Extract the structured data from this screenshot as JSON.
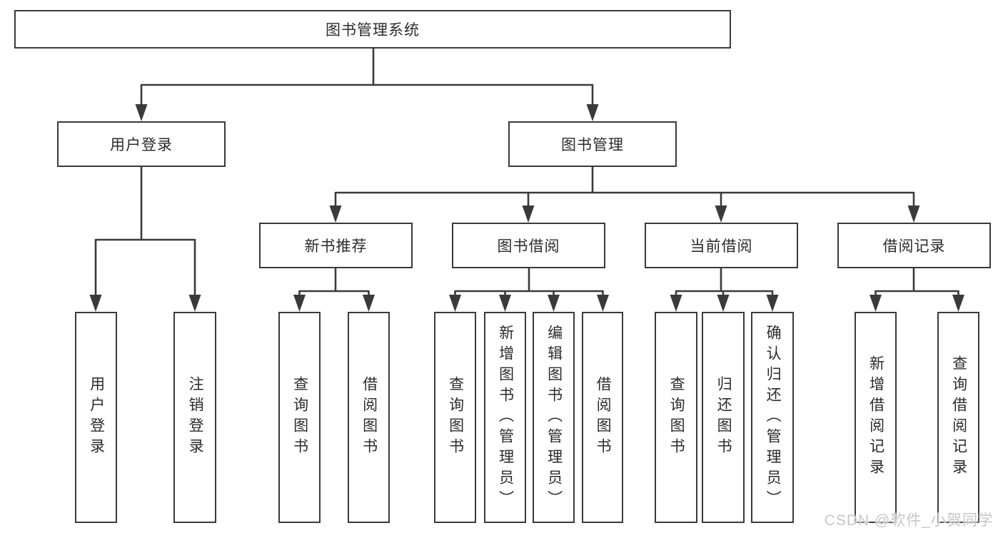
{
  "tree": {
    "title": "图书管理系统",
    "branches": [
      {
        "label": "用户登录",
        "leaves": [
          "用户登录",
          "注销登录"
        ]
      },
      {
        "label": "图书管理",
        "children": [
          {
            "label": "新书推荐",
            "leaves": [
              "查询图书",
              "借阅图书"
            ]
          },
          {
            "label": "图书借阅",
            "leaves": [
              "查询图书",
              "新增图书（管理员）",
              "编辑图书（管理员）",
              "借阅图书"
            ]
          },
          {
            "label": "当前借阅",
            "leaves": [
              "查询图书",
              "归还图书",
              "确认归还（管理员）"
            ]
          },
          {
            "label": "借阅记录",
            "leaves": [
              "新增借阅记录",
              "查询借阅记录"
            ]
          }
        ]
      }
    ]
  },
  "watermark": "CSDN @软件_小贺同学",
  "colors": {
    "line": "#3a3a3a",
    "text": "#2b2b2b",
    "watermark": "#c6c6c6",
    "background": "#ffffff"
  }
}
